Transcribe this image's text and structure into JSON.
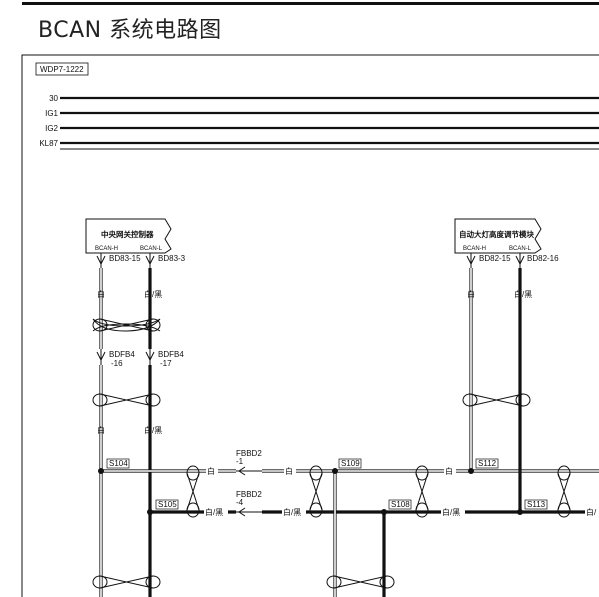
{
  "title": "BCAN 系统电路图",
  "diagram_ref": "WDP7-1222",
  "rails": [
    "30",
    "IG1",
    "IG2",
    "KL87"
  ],
  "modules": {
    "gateway": {
      "name": "中央网关控制器",
      "pin_h": "BCAN-H",
      "pin_l": "BCAN-L"
    },
    "headlamp": {
      "name": "自动大灯高度调节模块",
      "pin_h": "BCAN-H",
      "pin_l": "BCAN-L"
    }
  },
  "connectors": {
    "bd83_15": "BD83-15",
    "bd83_3": "BD83-3",
    "bd82_15": "BD82-15",
    "bd82_16": "BD82-16",
    "bdfb4_a": "BDFB4",
    "bdfb4_a_pin": "-16",
    "bdfb4_b": "BDFB4",
    "bdfb4_b_pin": "-17",
    "fbbd2_a": "FBBD2",
    "fbbd2_a_pin": "-1",
    "fbbd2_b": "FBBD2",
    "fbbd2_b_pin": "-4"
  },
  "splices": {
    "s104": "S104",
    "s105": "S105",
    "s109": "S109",
    "s108": "S108",
    "s112": "S112",
    "s113": "S113"
  },
  "wire_colors": {
    "white": "白",
    "white_black": "白/黑",
    "white_black_cut": "白/"
  }
}
